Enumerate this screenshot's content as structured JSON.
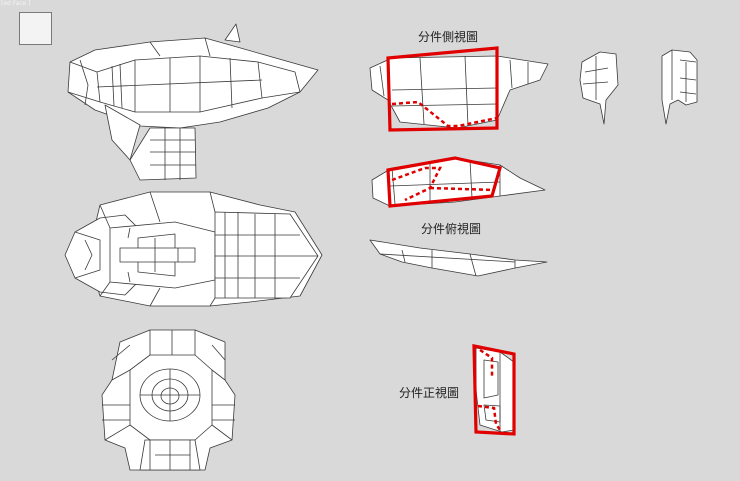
{
  "viewport": {
    "label": "[ed Face ]"
  },
  "labels": {
    "side_view": "分件側視圖",
    "top_view": "分件俯視圖",
    "front_view": "分件正視圖"
  },
  "colors": {
    "background": "#d9d9d9",
    "mesh_fill": "#ffffff",
    "mesh_line": "#3a3a3a",
    "highlight": "#e00000"
  }
}
